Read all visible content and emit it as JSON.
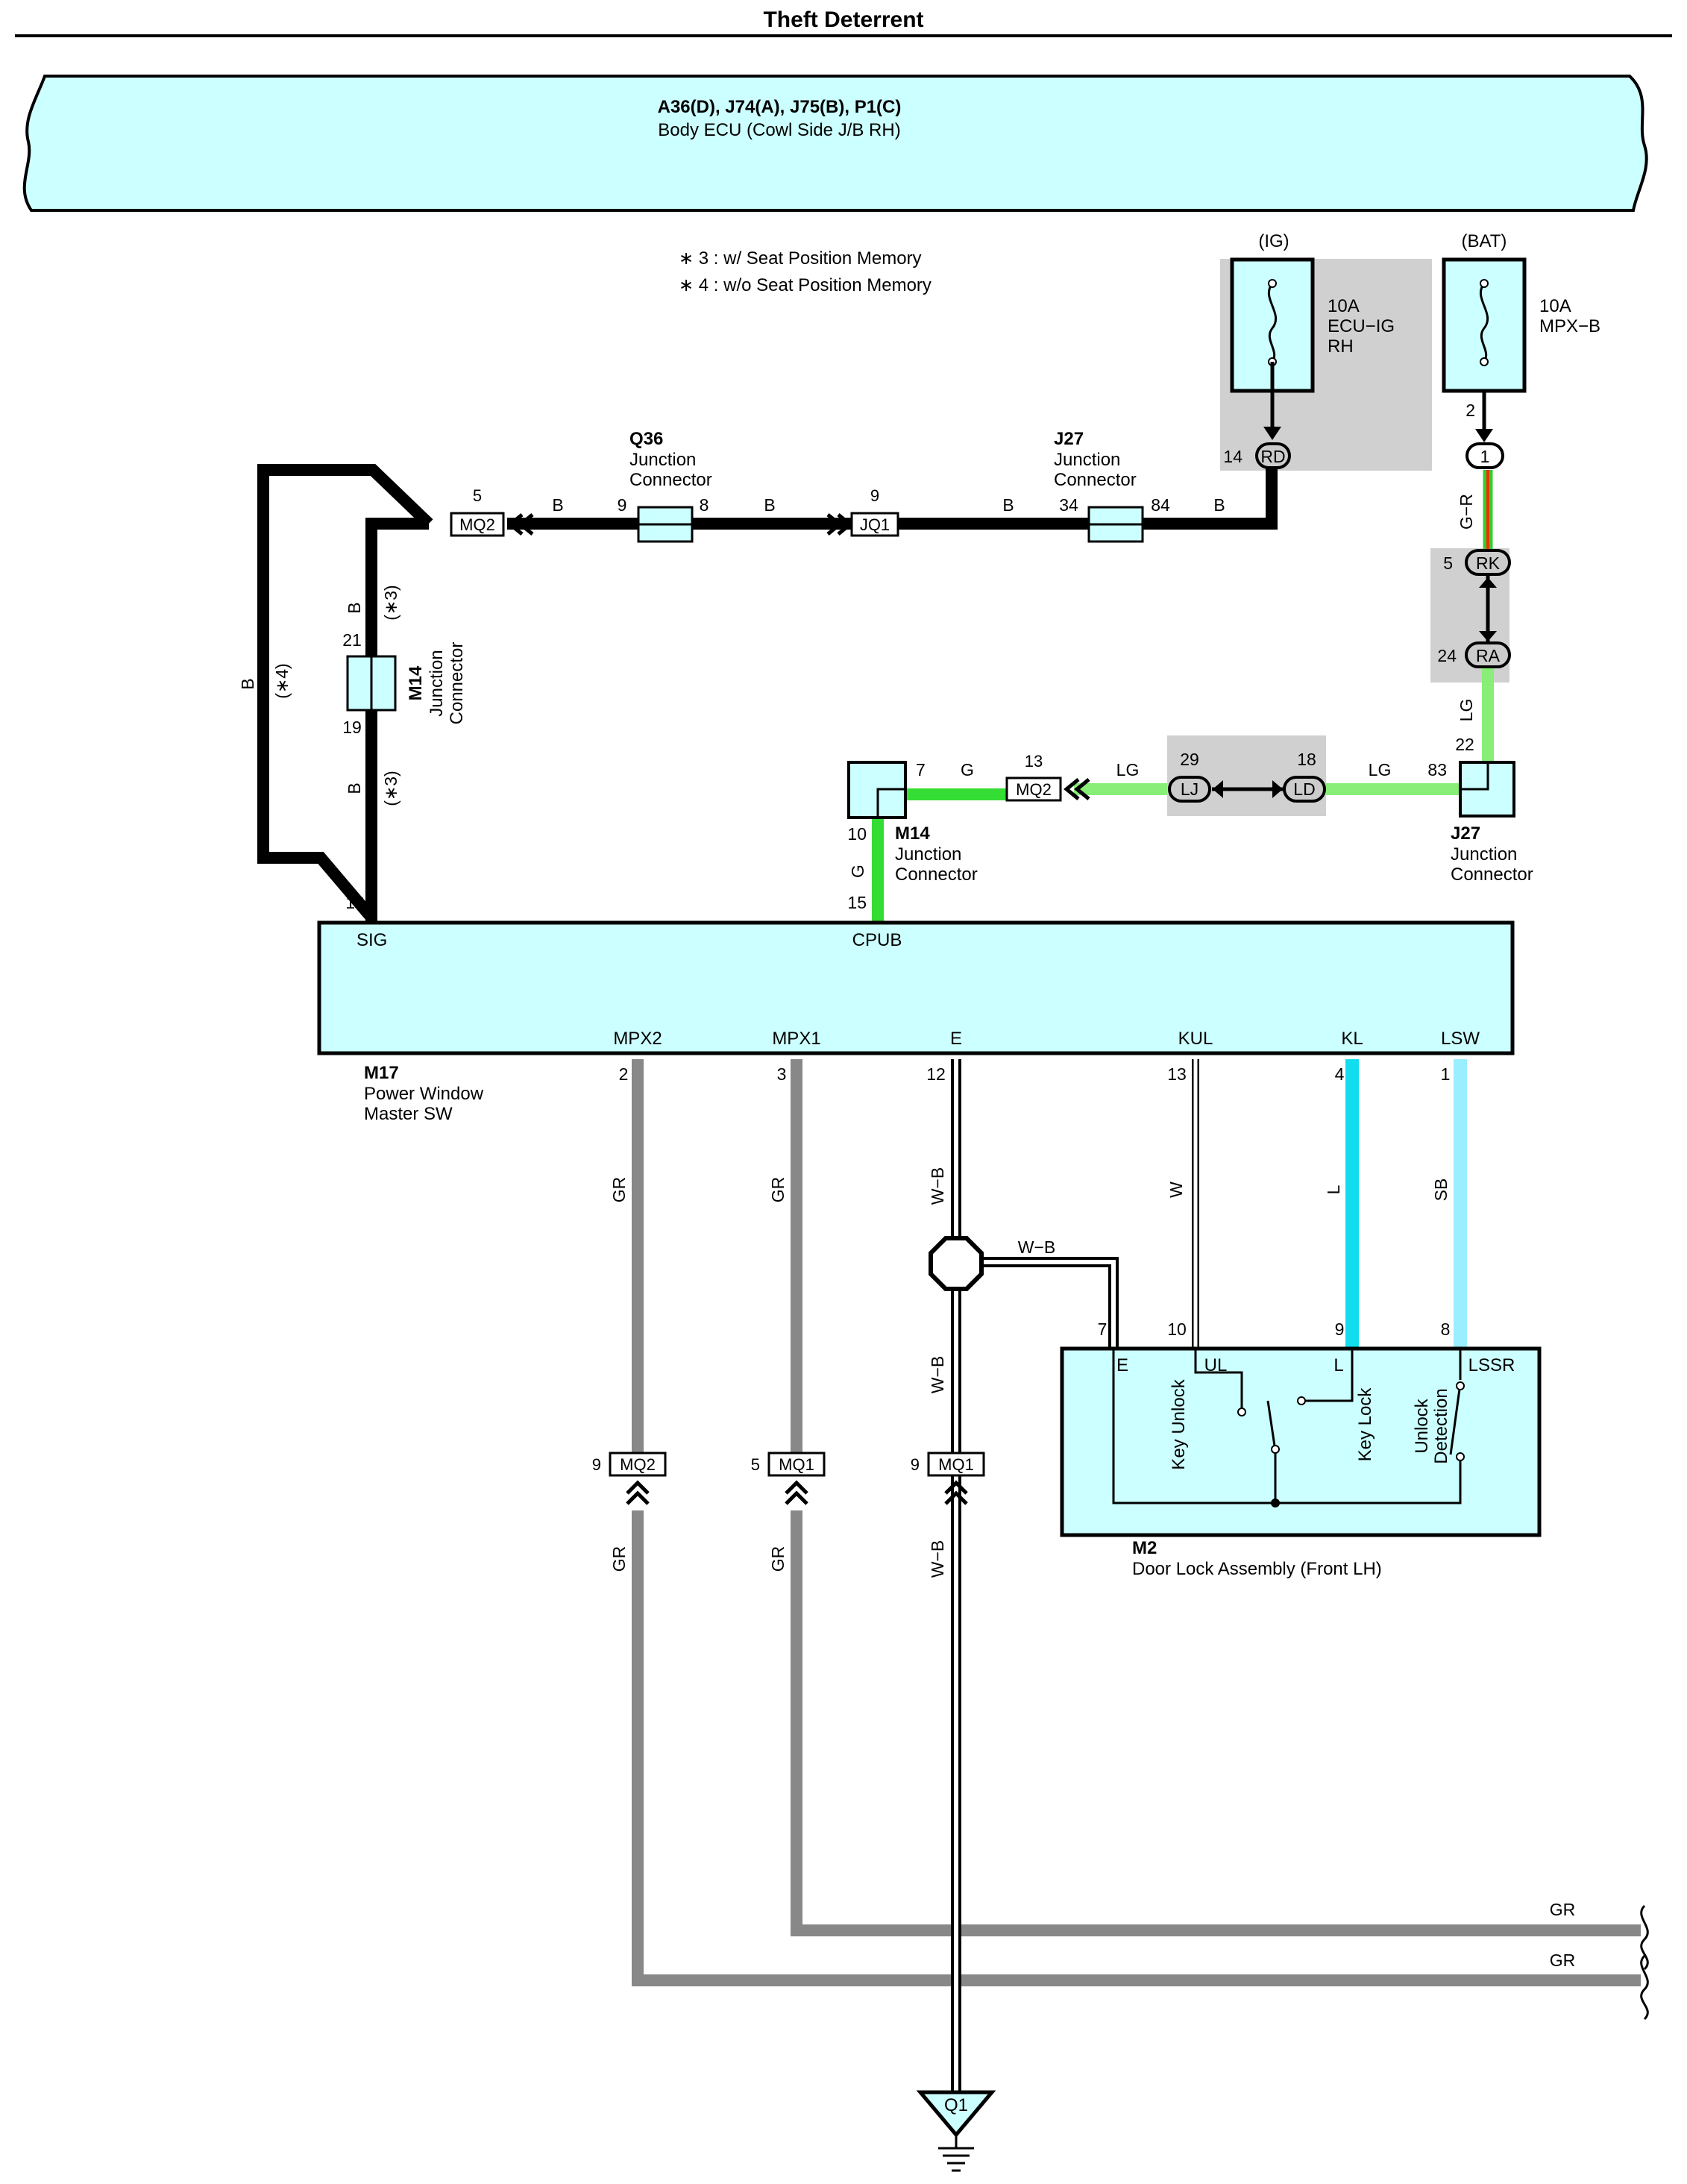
{
  "title": "Theft Deterrent",
  "colors": {
    "ecu_fill": "#ccffff",
    "wire_B": "#000000",
    "wire_G": "#33dd33",
    "wire_LG": "#88ee77",
    "wire_GR": "#888888",
    "wire_L": "#11ddee",
    "wire_SB": "#99eeff",
    "wire_R": "#ee3300",
    "relay_gray": "#d0d0d0"
  },
  "body_ecu": {
    "connectors": "A36(D), J74(A), J75(B), P1(C)",
    "name": "Body ECU (Cowl Side J/B RH)"
  },
  "notes": [
    {
      "mark": "∗ 3",
      "text": " : w/ Seat Position Memory"
    },
    {
      "mark": "∗ 4",
      "text": " : w/o Seat Position Memory"
    }
  ],
  "fuses": {
    "ig": {
      "supply": "(IG)",
      "rating": "10A",
      "name1": "ECU−IG",
      "name2": "RH",
      "pin": "14",
      "conn": "RD"
    },
    "bat": {
      "supply": "(BAT)",
      "rating": "10A",
      "name1": "MPX−B",
      "pin": "2",
      "conn": "1"
    }
  },
  "junctions": {
    "q36": {
      "id": "Q36",
      "l1": "Junction",
      "l2": "Connector",
      "pin_in": "9",
      "pin_out": "8"
    },
    "j27_top": {
      "id": "J27",
      "l1": "Junction",
      "l2": "Connector",
      "pin_in": "34",
      "pin_out": "84"
    },
    "j27_right": {
      "id": "J27",
      "l1": "Junction",
      "l2": "Connector",
      "pin_in": "22",
      "pin_out": "83"
    },
    "m14_left": {
      "id": "M14",
      "l1": "Junction",
      "l2": "Connector",
      "pin_top": "21",
      "pin_bot": "19"
    },
    "m14_mid": {
      "id": "M14",
      "l1": "Junction",
      "l2": "Connector",
      "pin_in": "7",
      "pin_out": "10"
    }
  },
  "inline_connectors": {
    "mq2_top": {
      "label": "MQ2",
      "pin": "5"
    },
    "jq1": {
      "label": "JQ1",
      "pin": "9"
    },
    "mq2_g": {
      "label": "MQ2",
      "pin": "13"
    },
    "lj": {
      "label": "LJ",
      "pin": "29"
    },
    "ld": {
      "label": "LD",
      "pin": "18"
    },
    "rk": {
      "label": "RK",
      "pin": "5"
    },
    "ra": {
      "label": "RA",
      "pin": "24"
    },
    "mq2_bot": {
      "label": "MQ2",
      "pin": "9"
    },
    "mq1_a": {
      "label": "MQ1",
      "pin": "5"
    },
    "mq1_b": {
      "label": "MQ1",
      "pin": "9"
    }
  },
  "wire_colors": {
    "b": "B",
    "g": "G",
    "lg": "LG",
    "gr_red": "G−R",
    "gr": "GR",
    "wb": "W−B",
    "w": "W",
    "l": "L",
    "sb": "SB",
    "star3": "(∗3)",
    "star4": "(∗4)"
  },
  "m17": {
    "id": "M17",
    "name1": "Power Window",
    "name2": "Master SW",
    "terminals": {
      "sig": "SIG",
      "cpub": "CPUB",
      "mpx2": "MPX2",
      "mpx1": "MPX1",
      "e": "E",
      "kul": "KUL",
      "kl": "KL",
      "lsw": "LSW"
    },
    "pins": {
      "sig": "18",
      "cpub": "15",
      "mpx2": "2",
      "mpx1": "3",
      "e": "12",
      "kul": "13",
      "kl": "4",
      "lsw": "1"
    }
  },
  "m2": {
    "id": "M2",
    "name": "Door Lock Assembly (Front LH)",
    "terminals": {
      "e": "E",
      "ul": "UL",
      "l": "L",
      "lssr": "LSSR"
    },
    "pins": {
      "e": "7",
      "ul": "10",
      "l": "9",
      "lssr": "8"
    },
    "switch_labels": {
      "key_unlock": "Key Unlock",
      "key_lock": "Key Lock",
      "unlock_det1": "Unlock",
      "unlock_det2": "Detection"
    }
  },
  "ground": {
    "label": "Q1"
  }
}
